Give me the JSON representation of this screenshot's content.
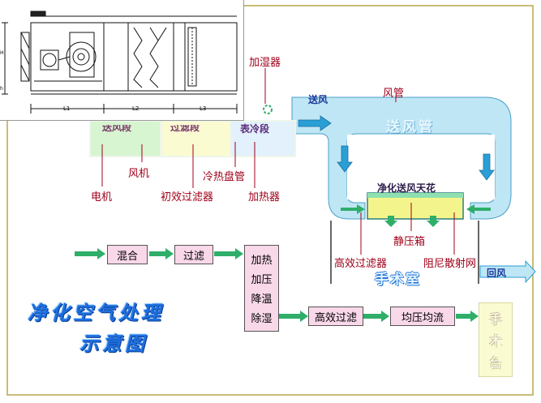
{
  "drawing": {
    "dim_labels": [
      "L1",
      "L2",
      "L3"
    ],
    "side_labels": [
      "H",
      "h"
    ]
  },
  "unit": {
    "section_labels": [
      "送风段",
      "过滤段",
      "表冷段"
    ]
  },
  "labels": {
    "humidifier": "加湿器",
    "supply_air": "送风",
    "duct": "风管",
    "supply_duct": "送风管",
    "fan": "风机",
    "cooling_heating_coil": "冷热盘管",
    "motor": "电机",
    "primary_filter": "初效过滤器",
    "heater": "加热器",
    "clean_supply_ceiling": "净化送风天花",
    "static_pressure_box": "静压箱",
    "hepa_filter": "高效过滤器",
    "damping_diffuser": "阻尼散射网",
    "operating_room": "手术室",
    "return_air": "回风"
  },
  "flow": {
    "mixing": "混合",
    "filtering": "过滤",
    "treatment": [
      "加热",
      "加压",
      "降温",
      "除湿"
    ],
    "hepa_filtering": "高效过滤",
    "uniform_flow": "均压均流",
    "operating_table": [
      "手",
      "术",
      "台"
    ]
  },
  "title": {
    "line1": "净化空气处理",
    "line2": "示意图"
  },
  "colors": {
    "label_red": "#a0001a",
    "box_pink": "#f9d8ea",
    "arrow_green": "#2fae6a",
    "duct_blue": "#bfe6f4",
    "title_blue": "#1e6fe0",
    "table_yellow": "#fbfbd2"
  }
}
